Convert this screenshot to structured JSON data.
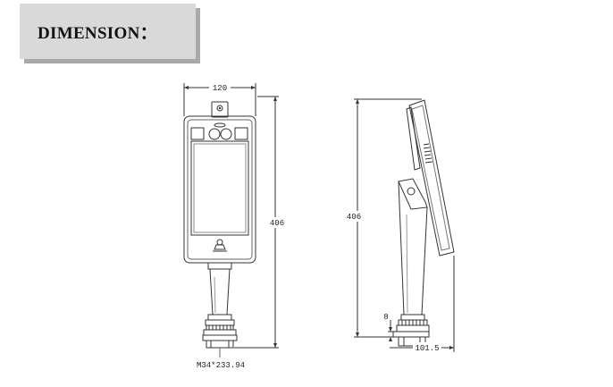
{
  "title": "DIMENSION：",
  "front_view": {
    "width_label": "120",
    "height_label": "406",
    "thread_label": "M34*233.94"
  },
  "side_view": {
    "height_label": "406",
    "base_label": "8",
    "depth_label": "101.5"
  }
}
